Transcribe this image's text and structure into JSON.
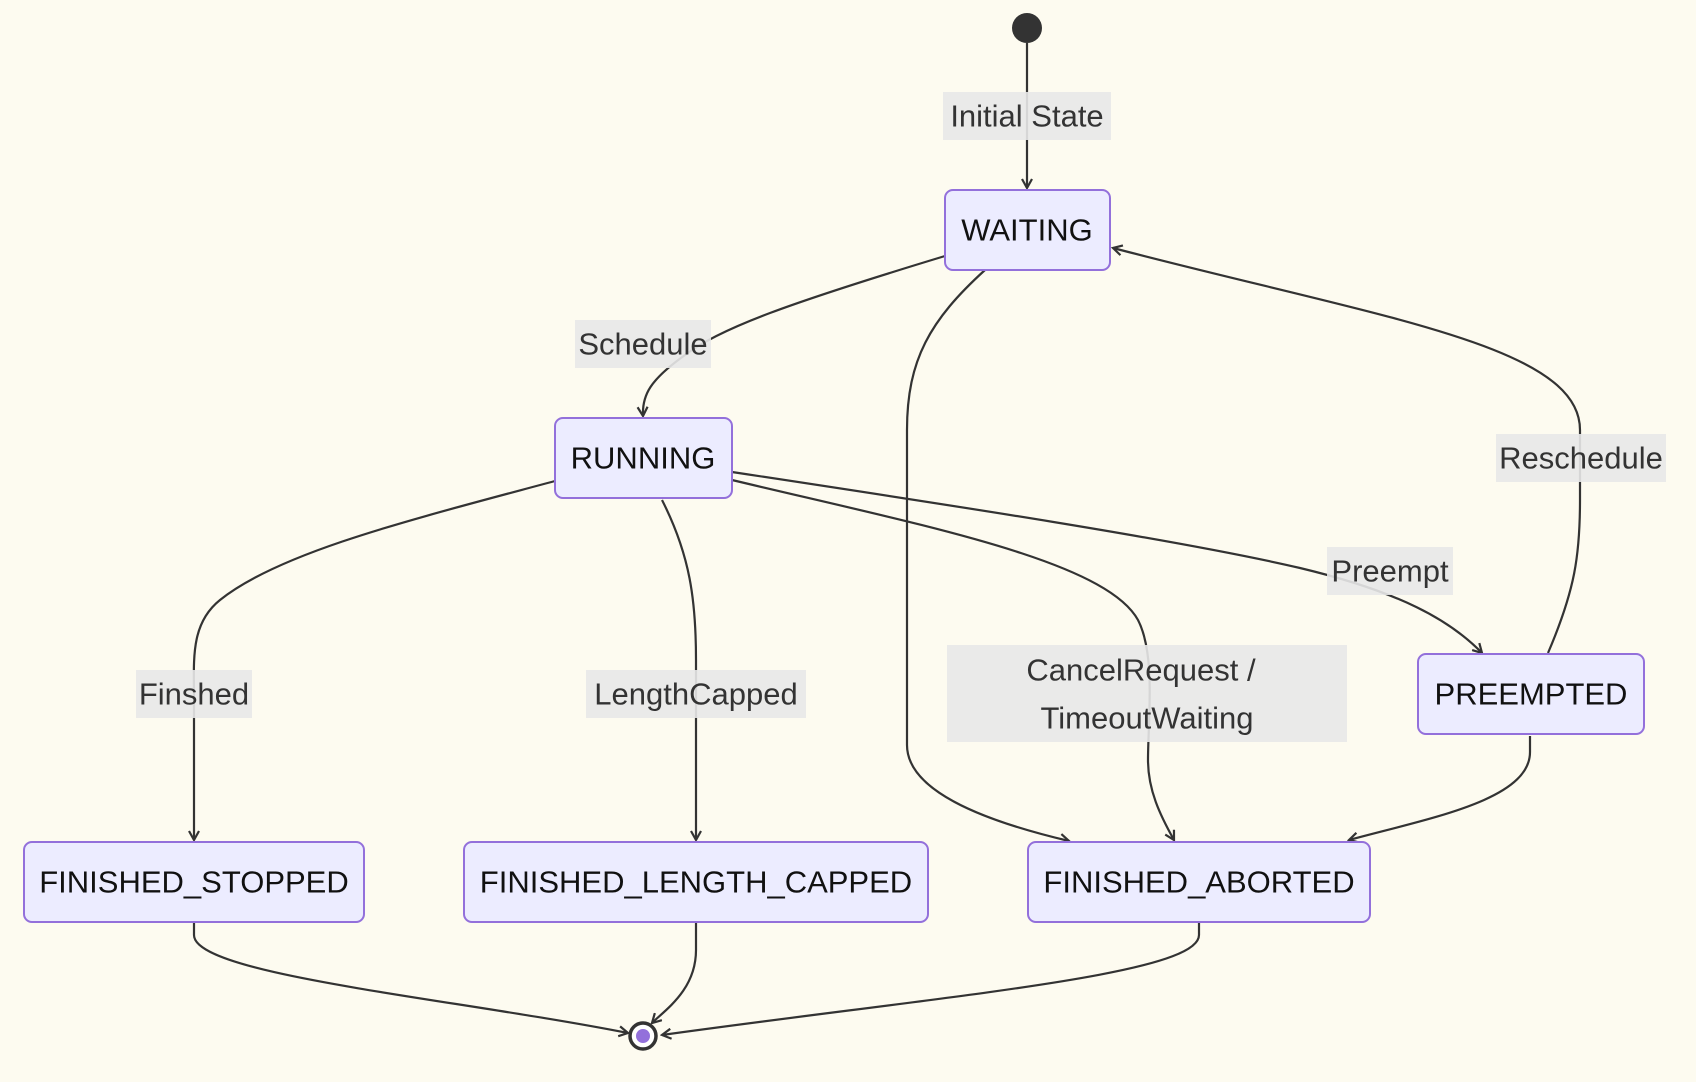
{
  "diagram": {
    "type": "state-diagram",
    "colors": {
      "background": "#fdfbf0",
      "state_fill": "#ececff",
      "state_border": "#9370db",
      "edge": "#333333",
      "label_background": "#e8e8e8",
      "end_inner": "#9370db"
    },
    "start": {
      "name": "start-state"
    },
    "end": {
      "name": "end-state"
    },
    "states": {
      "waiting": {
        "label": "WAITING"
      },
      "running": {
        "label": "RUNNING"
      },
      "preempted": {
        "label": "PREEMPTED"
      },
      "finished_stopped": {
        "label": "FINISHED_STOPPED"
      },
      "finished_length_capped": {
        "label": "FINISHED_LENGTH_CAPPED"
      },
      "finished_aborted": {
        "label": "FINISHED_ABORTED"
      }
    },
    "transitions": {
      "initial": {
        "from": "start",
        "to": "waiting",
        "label": "Initial State"
      },
      "schedule": {
        "from": "waiting",
        "to": "running",
        "label": "Schedule"
      },
      "waiting_aborted": {
        "from": "waiting",
        "to": "finished_aborted",
        "label": ""
      },
      "finished": {
        "from": "running",
        "to": "finished_stopped",
        "label": "Finshed"
      },
      "length_capped": {
        "from": "running",
        "to": "finished_length_capped",
        "label": "LengthCapped"
      },
      "cancel_timeout": {
        "from": "running",
        "to": "finished_aborted",
        "label_line1": "CancelRequest /",
        "label_line2": "TimeoutWaiting"
      },
      "preempt": {
        "from": "running",
        "to": "preempted",
        "label": "Preempt"
      },
      "reschedule": {
        "from": "preempted",
        "to": "waiting",
        "label": "Reschedule"
      },
      "preempted_aborted": {
        "from": "preempted",
        "to": "finished_aborted",
        "label": ""
      },
      "stopped_end": {
        "from": "finished_stopped",
        "to": "end",
        "label": ""
      },
      "capped_end": {
        "from": "finished_length_capped",
        "to": "end",
        "label": ""
      },
      "aborted_end": {
        "from": "finished_aborted",
        "to": "end",
        "label": ""
      }
    }
  }
}
